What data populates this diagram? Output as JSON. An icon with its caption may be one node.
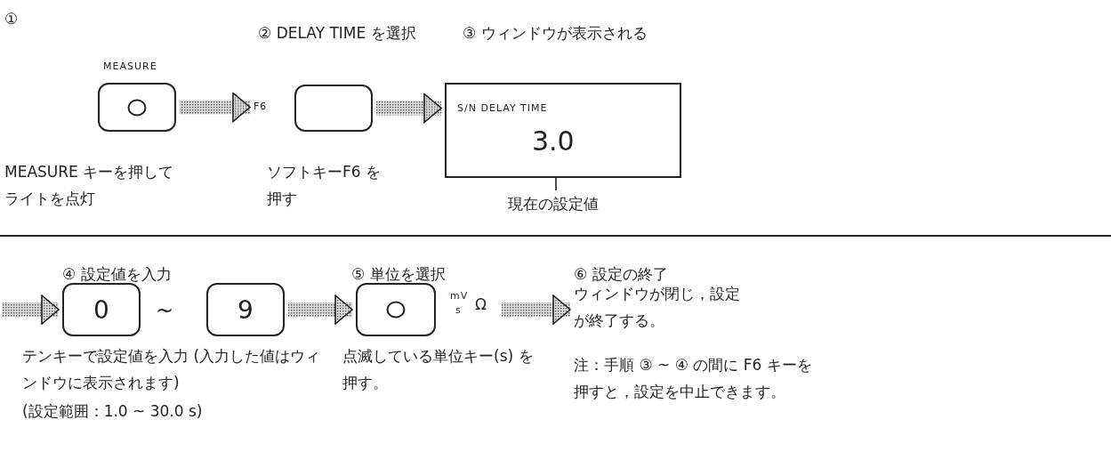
{
  "diagram": {
    "nodes": [
      {
        "text": [
          "MEASURE"
        ],
        "beside": [
          "MEASURE キーを押してライトを点灯"
        ]
      },
      {
        "text": [
          "F6"
        ],
        "beside": [
          "ソフトキーF6 を押す"
        ]
      },
      {
        "text": [
          "S/N DELAY TIME",
          "3.0"
        ]
      },
      {
        "text": [
          "現在の設定値"
        ]
      },
      {
        "text": [
          "0"
        ]
      },
      {
        "text": [
          "9"
        ]
      },
      {
        "text": [],
        "shape": "box",
        "beside": [
          "mV",
          "s",
          "Ω",
          "点滅している単位キー(s) を押す。"
        ]
      },
      {
        "text": [
          "ウィンドウが閉じ，設定が終了する。"
        ]
      }
    ],
    "edges": [
      {
        "from": 0,
        "to": 1,
        "arrow": "to"
      },
      {
        "from": 1,
        "to": 2,
        "arrow": "to"
      },
      {
        "from": 3,
        "to": 2,
        "arrow": "none"
      },
      {
        "from": null,
        "to": 4,
        "arrow": "to"
      },
      {
        "from": 5,
        "to": 6,
        "arrow": "to"
      },
      {
        "from": 6,
        "to": 7,
        "arrow": "to"
      }
    ],
    "labels": [
      "①",
      "② DELAY TIME を選択",
      "③ ウィンドウが表示される",
      "④ 設定値を入力",
      "⑤ 単位を選択",
      "⑥ 設定の終了",
      "~",
      "テンキーで設定値を入力 (入力した値はウィンドウに表示されます)",
      "(設定範囲：1.0 ~ 30.0 s)",
      "注：手順 ③ ~ ④ の間に F6 キーを押すと，設定を中止できます。"
    ]
  }
}
